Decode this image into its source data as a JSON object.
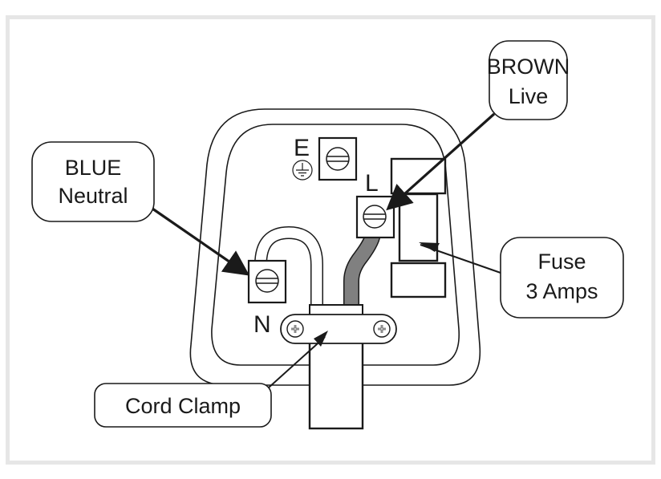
{
  "diagram": {
    "subject": "UK 3-pin plug wiring",
    "callouts": {
      "live": {
        "line1": "BROWN",
        "line2": "Live"
      },
      "neutral": {
        "line1": "BLUE",
        "line2": "Neutral"
      },
      "fuse": {
        "line1": "Fuse",
        "line2": "3 Amps"
      },
      "cord_clamp": {
        "line1": "Cord Clamp"
      }
    },
    "terminal_letters": {
      "earth": "E",
      "live": "L",
      "neutral": "N"
    },
    "icons": {
      "earth_symbol": "earth-ground-icon",
      "terminal_screw": "slotted-screw-icon",
      "clamp_screw": "phillips-screw-icon"
    },
    "colors": {
      "line": "#1a1a1a",
      "live_wire": "#808080",
      "frame": "#e6e6e6"
    }
  }
}
